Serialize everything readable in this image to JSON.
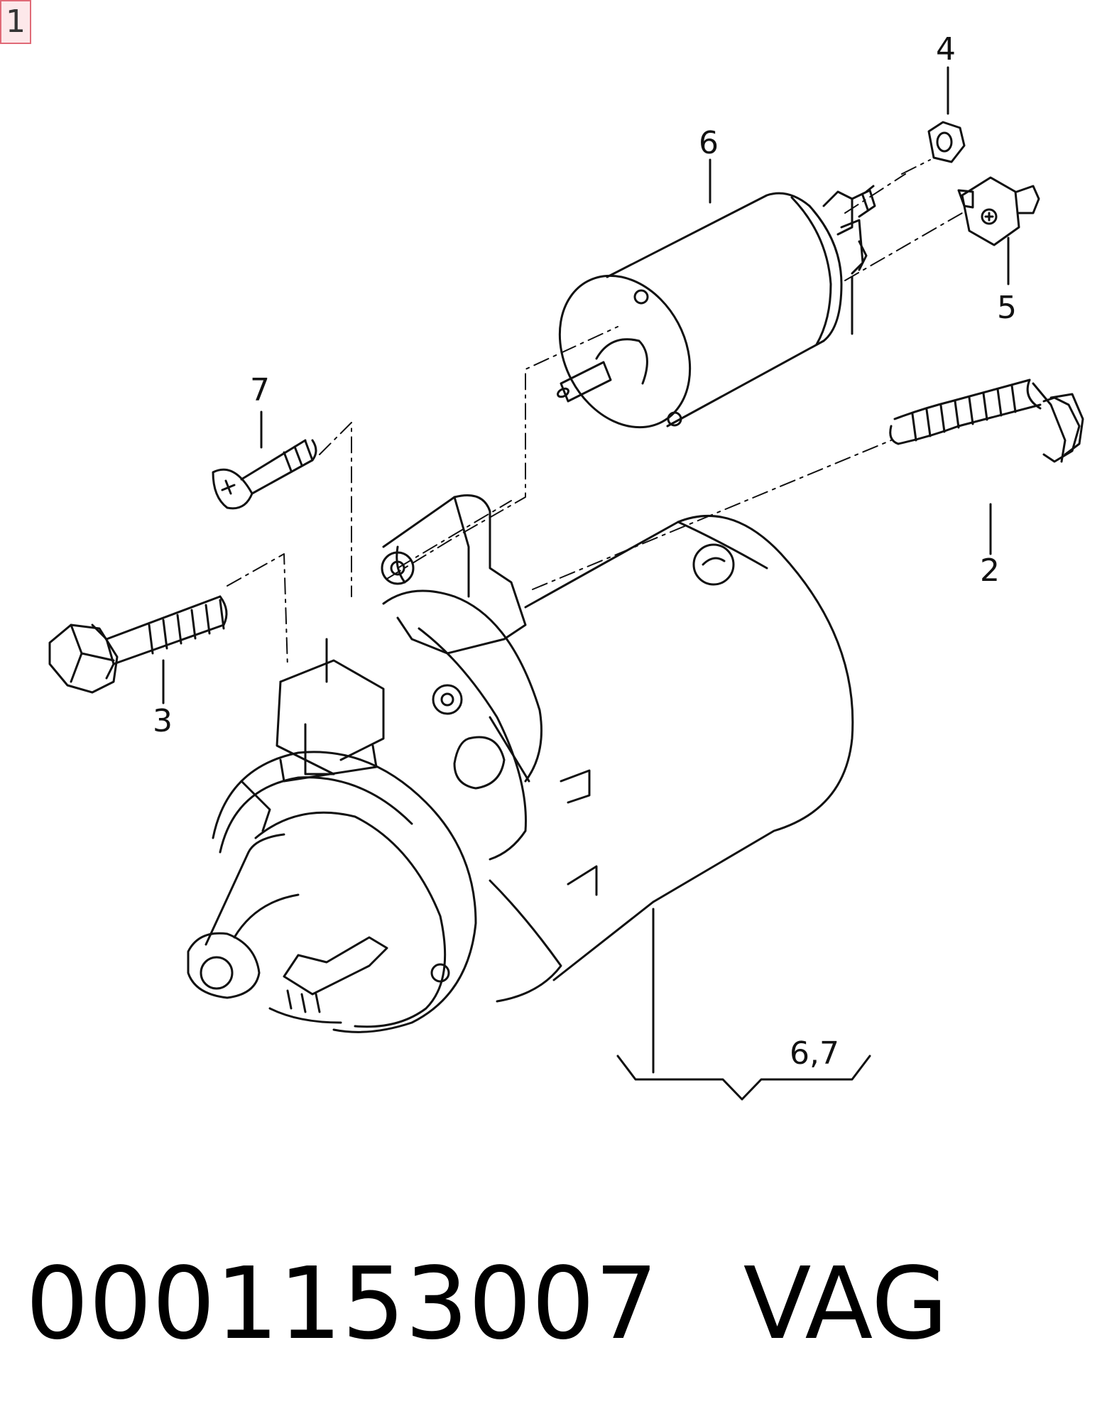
{
  "diagram": {
    "callouts": {
      "c1": "1",
      "c2": "2",
      "c3": "3",
      "c4": "4",
      "c5": "5",
      "c6": "6",
      "c7": "7",
      "c67": "6,7"
    }
  },
  "footer": {
    "part_number": "0001153007",
    "brand": "VAG"
  }
}
